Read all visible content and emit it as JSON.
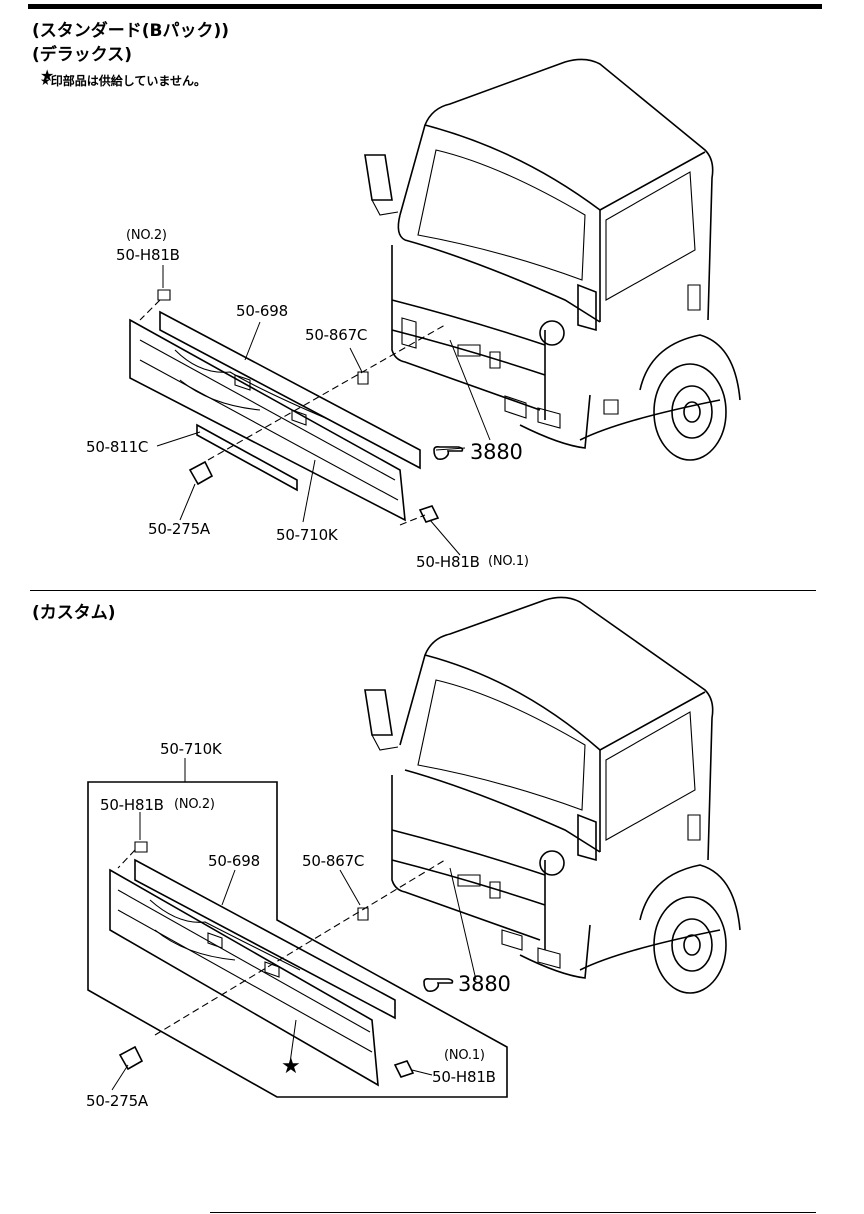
{
  "sections": {
    "top": {
      "title_line1": "(スタンダード(Bパック))",
      "title_line2": "(デラックス)",
      "note": "★印部品は供給していません。",
      "labels": {
        "h81b_no2_tag": "(NO.2)",
        "h81b_no2": "50-H81B",
        "p698": "50-698",
        "p867c": "50-867C",
        "p811c": "50-811C",
        "p275a": "50-275A",
        "p710k": "50-710K",
        "h81b_no1": "50-H81B",
        "h81b_no1_tag": "(NO.1)",
        "ref3880": "3880"
      }
    },
    "bottom": {
      "title": "(カスタム)",
      "labels": {
        "p710k": "50-710K",
        "h81b_no2": "50-H81B",
        "h81b_no2_tag": "(NO.2)",
        "p698": "50-698",
        "p867c": "50-867C",
        "ref3880": "3880",
        "no1_tag": "(NO.1)",
        "h81b_no1": "50-H81B",
        "p275a": "50-275A"
      }
    }
  },
  "icons": {
    "star": "star-icon",
    "reference_hand": "pointing-hand-icon"
  }
}
